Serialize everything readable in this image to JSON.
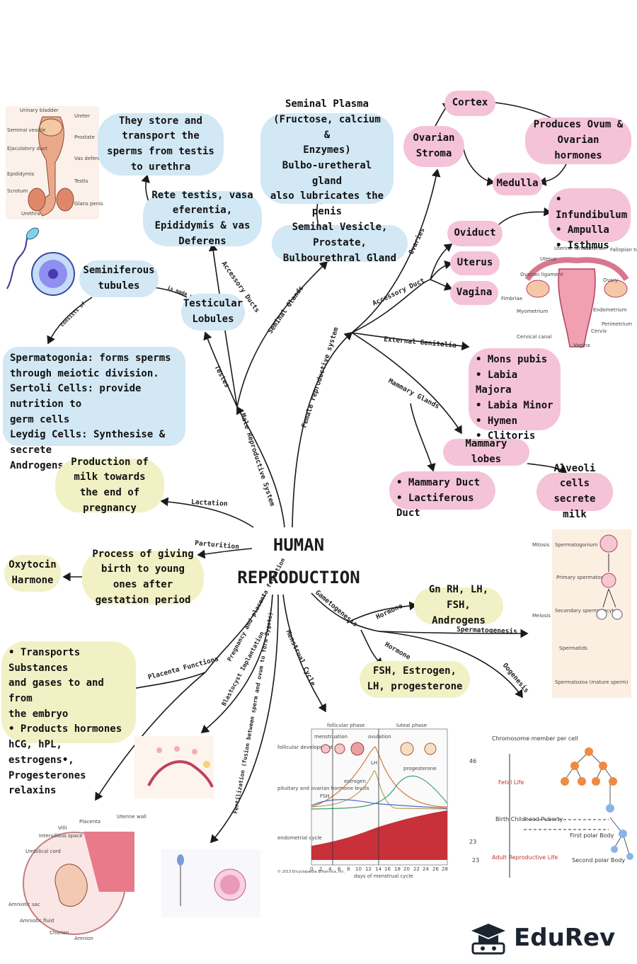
{
  "title": {
    "line1": "HUMAN",
    "line2": "REPRODUCTION"
  },
  "branches": {
    "male": "Male Reproductive System",
    "female": "Female reproductive system",
    "accessory_ducts": "Accessory Ducts",
    "seminal_glands": "Seminal Glands",
    "testes": "Testes",
    "is_made_up_of": "is made up of",
    "consists_of": "consists of",
    "ovaries": "Ovaries",
    "accessory_duct": "Accessory Duct",
    "external_genitalia": "External Genitalia",
    "mammary_glands": "Mammary Glands",
    "lactation": "Lactation",
    "parturition": "Parturition",
    "gametogenesis": "Gametogenesis",
    "hormone1": "Hormone",
    "hormone2": "Hormone",
    "spermatogenesis": "Spermatogenesis",
    "oogenesis": "Oogenesis",
    "pregnancy": "Pregnancy and placenta formation",
    "placenta_functions": "Placenta Functions",
    "blastocyst": "Blastocyst Implantation",
    "fertilization": "Fertilization (fusion between sperm and ovum to form Zygote)",
    "menstrual": "Menstrual Cycle"
  },
  "nodes": {
    "store": "They store and transport the sperms from testis to urethra",
    "rete": "Rete testis, vasa eferentia, Epididymis & vas Deferens",
    "plasma": [
      "Seminal Plasma",
      "(Fructose, calcium &",
      "Enzymes)",
      "Bulbo-uretheral gland",
      "also lubricates the penis"
    ],
    "vesicle": "Seminal Vesicle, Prostate, Bulbourethral Gland",
    "seminiferous": "Seminiferous tubules",
    "lobules": "Testicular Lobules",
    "cells": [
      "Spermatogonia: forms sperms",
      "through meiotic division.",
      "Sertoli Cells: provide nutrition to",
      "germ cells",
      "Leydig Cells: Synthesise & secrete",
      "Androgens"
    ],
    "cortex": "Cortex",
    "stroma": "Ovarian Stroma",
    "produces": "Produces Ovum & Ovarian hormones",
    "medulla": "Medulla",
    "oviduct_parts": [
      "Infundibulum",
      "Ampulla",
      "Isthmus"
    ],
    "oviduct": "Oviduct",
    "uterus": "Uterus",
    "vagina": "Vagina",
    "genitalia": [
      "Mons pubis",
      "Labia Majora",
      "Labia Minor",
      "Hymen",
      "Clitoris"
    ],
    "lobes": "Mammary lobes",
    "ducts": [
      "Mammary Duct",
      "Lactiferous Duct"
    ],
    "alveoli": "Alveoli cells secrete milk",
    "milk": "Production of milk towards the end of pregnancy",
    "birth": "Process of giving birth to young ones after gestation period",
    "oxytocin": "Oxytocin Harmone",
    "gnrh": "Gn RH, LH, FSH, Androgens",
    "fsh": "FSH, Estrogen, LH, progesterone",
    "placenta": [
      "Transports Substances",
      "and gases to and from",
      "the embryo",
      "Products hormones",
      "hCG, hPL, estrogens•,",
      "Progesterones relaxins"
    ]
  },
  "figures": {
    "spermatogenesis": {
      "rows": [
        "Spermatogonium",
        "Primary spermatocyte",
        "Secondary spermatocytes",
        "Spermatids",
        "Spermatozoa (mature sperm)"
      ],
      "side": [
        "Mitosis",
        "Meiosis"
      ]
    },
    "menstrual": {
      "phases": [
        "follicular phase",
        "luteal phase"
      ],
      "events": [
        "menstruation",
        "ovulation"
      ],
      "rows": [
        "follicular development",
        "pituitary and ovarian hormone levels",
        "endometrial cycle"
      ],
      "hormones": [
        "LH",
        "estrogen",
        "progesterone",
        "FSH"
      ],
      "xticks": [
        "0",
        "2",
        "4",
        "6",
        "8",
        "10",
        "12",
        "14",
        "16",
        "18",
        "20",
        "22",
        "24",
        "26",
        "28"
      ],
      "xlabel": "days of menstrual cycle",
      "credit": "© 2013 Encyclopædia Britannica, Inc."
    },
    "oogenesis": {
      "header": "Chromosome member per cell",
      "n46": "46",
      "fetal": "Fetal Life",
      "stages": "Birth Childhood Puberty",
      "n23a": "23",
      "n23b": "23",
      "adult": "Adult Reproductive Life",
      "first": "First polar Body",
      "second": "Second polar Body"
    },
    "placenta": [
      "Placenta",
      "Uterine wall",
      "Villi",
      "Intervillous space",
      "Umbilical cord",
      "Amniotic sac",
      "Amniotic fluid",
      "Chorion",
      "Amnion"
    ],
    "uterus_labels": [
      "Uterine fundus",
      "Fimbriae",
      "Fallopian tube",
      "Uterus",
      "Ovarian ligament",
      "Ovary",
      "Fimbriae",
      "Myometrium",
      "Endometrium",
      "Perimetrium",
      "Cervical canal",
      "Cervix",
      "Vagina"
    ],
    "male_labels": [
      "Urinary bladder",
      "Ureter",
      "Seminal vesicle",
      "Prostate",
      "Ejaculatory duct",
      "Vas deferens",
      "Epididymis",
      "Testis",
      "Scrotum",
      "Glans penis",
      "Urethra"
    ]
  },
  "brand": "EduRev",
  "colors": {
    "blue": "#d2e8f4",
    "pink": "#f4c3d8",
    "yellow": "#f2f1c6",
    "line": "#1a1a1a"
  }
}
